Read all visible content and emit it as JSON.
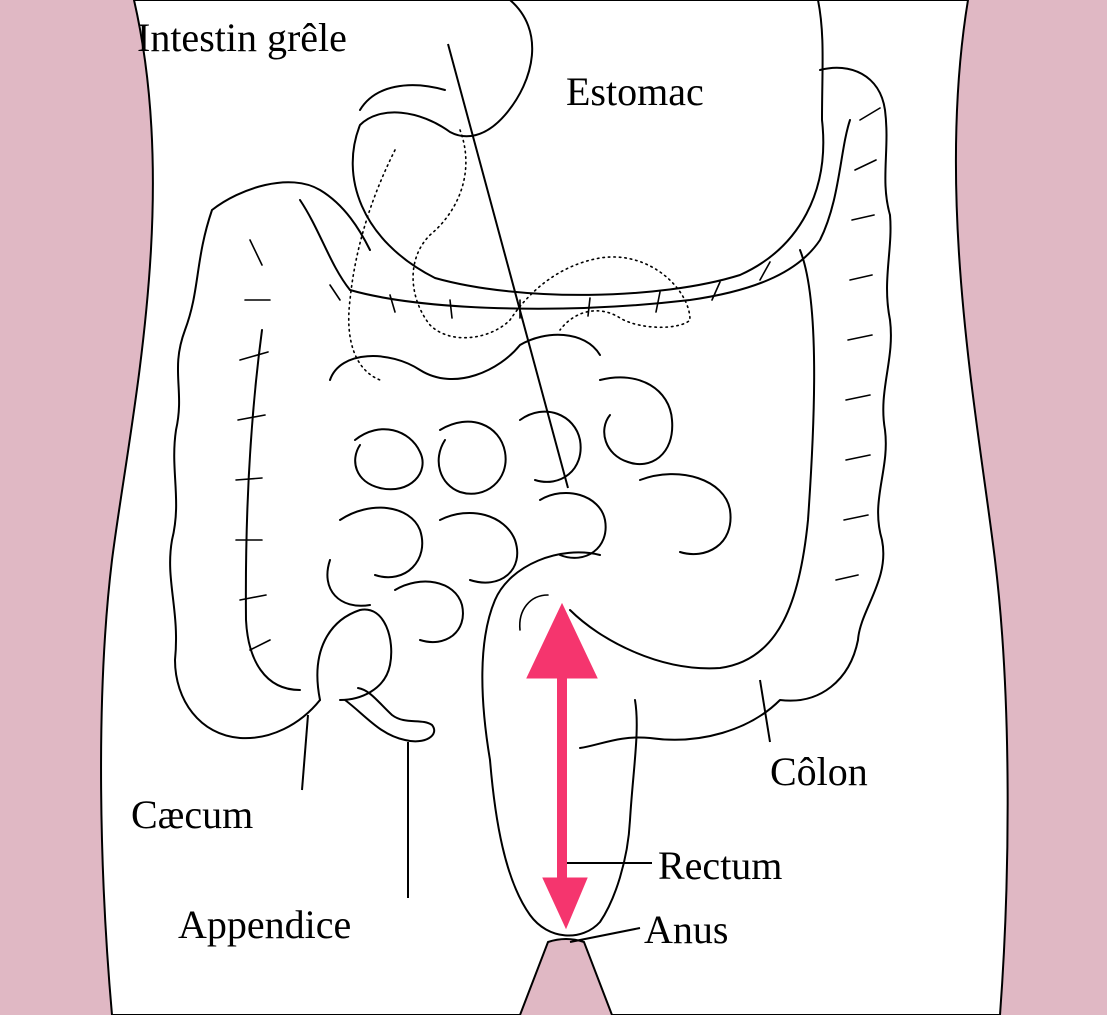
{
  "labels": {
    "small_intestine": "Intestin grêle",
    "stomach": "Estomac",
    "colon": "Côlon",
    "cecum": "Cæcum",
    "rectum": "Rectum",
    "appendix": "Appendice",
    "anus": "Anus"
  },
  "colors": {
    "body_background": "#e0b8c4",
    "body": "#ffffff",
    "outline": "#000000",
    "arrow": "#f5356e"
  }
}
